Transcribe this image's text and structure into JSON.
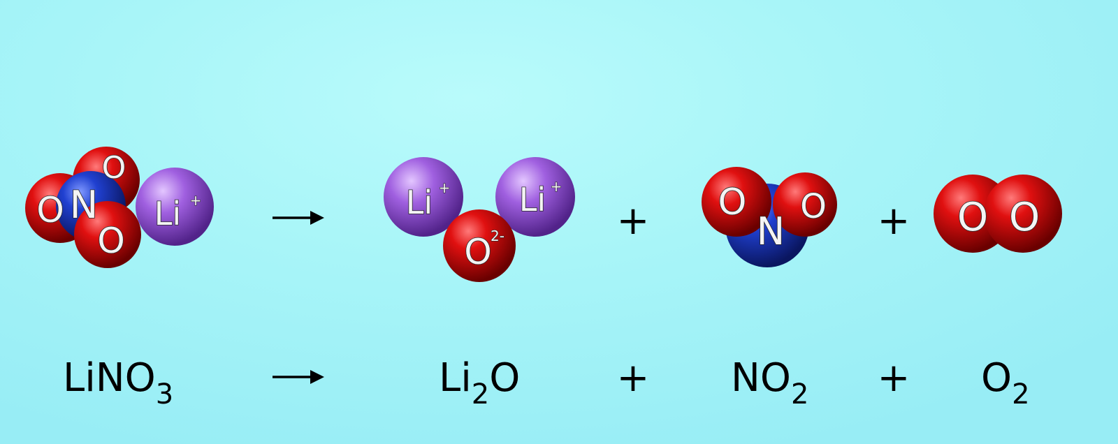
{
  "colors": {
    "background": "#a8f5f8",
    "oxygen": "#e01010",
    "nitrogen": "#2040d0",
    "lithium": "#a060e0",
    "text": "#000000"
  },
  "atoms": {
    "o": "O",
    "n": "N",
    "li": "Li",
    "li_charge": "+",
    "o_charge": "2-"
  },
  "operators": {
    "arrow": "⟶",
    "plus": "+"
  },
  "formulas": {
    "lino3": {
      "main": "LiNO",
      "sub": "3"
    },
    "li2o": {
      "main": "Li",
      "sub": "2",
      "tail": "O"
    },
    "no2": {
      "main": "NO",
      "sub": "2"
    },
    "o2": {
      "main": "O",
      "sub": "2"
    }
  }
}
